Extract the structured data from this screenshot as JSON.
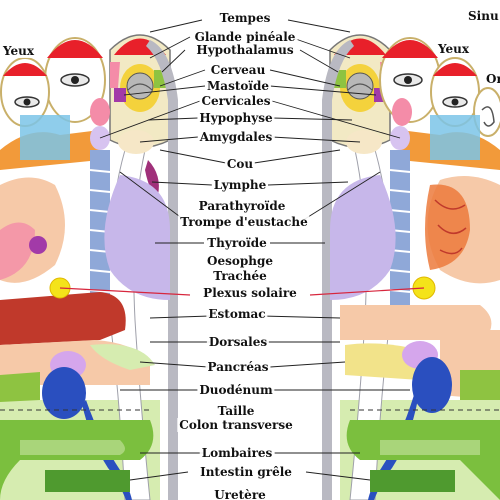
{
  "center_labels": [
    "Tempes",
    "Glande pinéale",
    "Hypothalamus",
    "Cerveau",
    "Mastoïde",
    "Cervicales",
    "Hypophyse",
    "Amygdales",
    "Cou",
    "Lymphe",
    "Parathyroïde",
    "Trompe d'eustache",
    "Thyroïde",
    "Oesophge",
    "Trachée",
    "Plexus solaire",
    "Estomac",
    "Dorsales",
    "Pancréas",
    "Duodénum",
    "Taille",
    "Colon transverse",
    "Lombaires",
    "Intestin grêle",
    "Uretère"
  ],
  "side_labels": {
    "left_eyes": "Yeux",
    "right_eyes": "Yeux",
    "sinus": "Sinu",
    "ear_partial": "Or"
  },
  "colors": {
    "spine_gray": "#b9b9c2",
    "head_red": "#e8202a",
    "brain": "#efe4a6",
    "lung_purple": "#c7b7ea",
    "liver": "#c0392b",
    "kidney_blue": "#2a4fbf",
    "intestine_green": "#7bbf3e",
    "light_green": "#d6ecb0",
    "peach": "#f6c9a8",
    "orange": "#f29a3a",
    "light_blue": "#7bc4e8",
    "pink": "#f48ca8",
    "sun_yellow": "#f4e31a"
  }
}
